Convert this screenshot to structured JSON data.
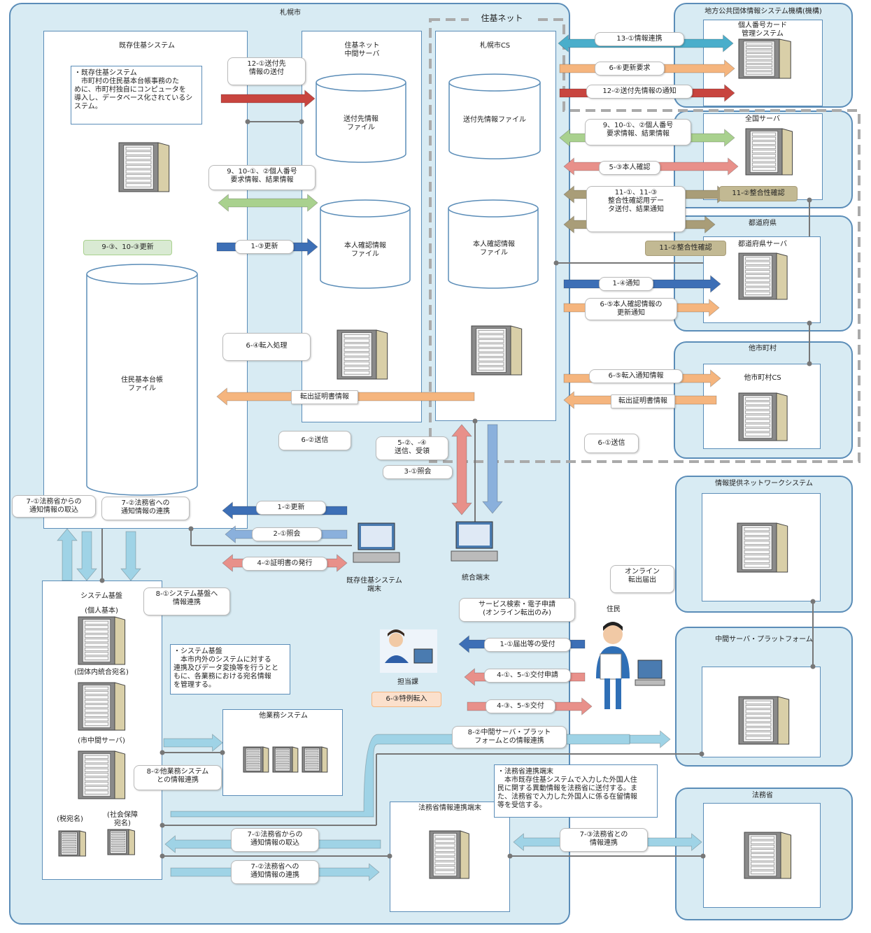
{
  "regions": {
    "sapporo": "札幌市",
    "jukinet": "住基ネット",
    "jlis": "地方公共団体情報システム機構(機構)"
  },
  "boxes": {
    "kizon": "既存住基システム",
    "chukan": "住基ネット\n中間サーバ",
    "cs": "札幌市CS",
    "card": "個人番号カード\n管理システム",
    "zenkoku": "全国サーバ",
    "todofuken": "都道府県",
    "todofuken_server": "都道府県サーバ",
    "tashichoson": "他市町村",
    "tashichoson_cs": "他市町村CS",
    "jouhou_teikyo": "情報提供ネットワークシステム",
    "platform": "中間サーバ・プラットフォーム",
    "homusho": "法務省",
    "homusho_terminal": "法務省情報連携端末",
    "system_kiban": "システム基盤",
    "gyomu": "他業務システム"
  },
  "cylinders": {
    "sofusaki_chukan": "送付先情報\nファイル",
    "honnin_chukan": "本人確認情報\nファイル",
    "sofusaki_cs": "送付先情報ファイル",
    "honnin_cs": "本人確認情報\nファイル",
    "jumin_file": "住民基本台帳\nファイル"
  },
  "notes": {
    "kizon": "・既存住基システム\n　市町村の住民基本台帳事務のた\nめに、市町村独自にコンピュータを\n導入し、データベース化されているシ\nステム。",
    "kiban": "・システム基盤\n　本市内外のシステムに対する\n連携及びデータ変換等を行うとと\nもに、各業務における宛名情報\nを管理する。",
    "homusho": "・法務省連携端末\n　本市既存住基システムで入力した外国人住\n民に関する異動情報を法務省に送付する。ま\nた、法務省で入力した外国人に係る在留情報\n等を受信する。"
  },
  "kiban_labels": {
    "kojin": "(個人基本)",
    "dantai": "(団体内統合宛名)",
    "chukan": "(市中間サーバ)",
    "zeiatena": "(税宛名)",
    "shakai": "(社会保障\n宛名)"
  },
  "flows": {
    "f13_1": "13-①情報連携",
    "f6_6": "6-⑥更新要求",
    "f12_2": "12-②送付先情報の通知",
    "f12_1": "12-①送付先\n情報の送付",
    "f9_right": "9、10-①、②個人番号\n要求情報、結果情報",
    "f5_3": "5-③本人確認",
    "f11_1": "11-①、11-③\n整合性確認用デー\nタ送付、結果通知",
    "f11_2a": "11-②整合性確認",
    "f11_2b": "11-②整合性確認",
    "f9_left": "9、10-①、②個人番号\n要求情報、結果情報",
    "f1_3": "1-③更新",
    "f9_3": "9-③、10-③更新",
    "f1_4": "1-④通知",
    "f6_5": "6-⑤本人確認情報の\n更新通知",
    "f6_4": "6-④転入処理",
    "tenshutsu_1": "転出証明書情報",
    "tenshutsu_2": "転出証明書情報",
    "f6_5b": "6-⑤転入通知情報",
    "f6_1": "6-①送信",
    "f6_2": "6-②送信",
    "f5_2": "5-②、-④\n送信、受領",
    "f3_1": "3-①照会",
    "f7_1_top": "7-①法務省からの\n通知情報の取込",
    "f7_2_top": "7-②法務省への\n通知情報の連携",
    "f1_2": "1-②更新",
    "f2_1": "2-①照会",
    "f4_2": "4-②証明書の発行",
    "f8_1": "8-①システム基盤へ\n情報連携",
    "service": "サービス検索・電子申請\n(オンライン転出のみ)",
    "f1_1": "1-①届出等の受付",
    "f4_1": "4-①、5-①交付申請",
    "f4_3": "4-③、5-⑤交付",
    "f6_3": "6-③特例転入",
    "f8_2_plat": "8-②中間サーバ・プラット\nフォームとの情報連携",
    "f8_2_gyomu": "8-②他業務システム\nとの情報連携",
    "f7_1_bot": "7-①法務省からの\n通知情報の取込",
    "f7_2_bot": "7-②法務省への\n通知情報の連携",
    "f7_3": "7-③法務省との\n情報連携",
    "online": "オンライン\n転出届出"
  },
  "terminals": {
    "kizon_terminal": "既存住基システム\n端末",
    "togo_terminal": "統合端末",
    "tantoka": "担当課",
    "jumin": "住民"
  },
  "colors": {
    "blue": "#3d6fb6",
    "light_blue": "#8ab0dc",
    "red": "#c8453f",
    "pink": "#e8908a",
    "orange": "#f5b57e",
    "green": "#a9d18e",
    "olive": "#a99d78",
    "teal": "#4aaecb",
    "cyan_light": "#9fd3e6"
  }
}
